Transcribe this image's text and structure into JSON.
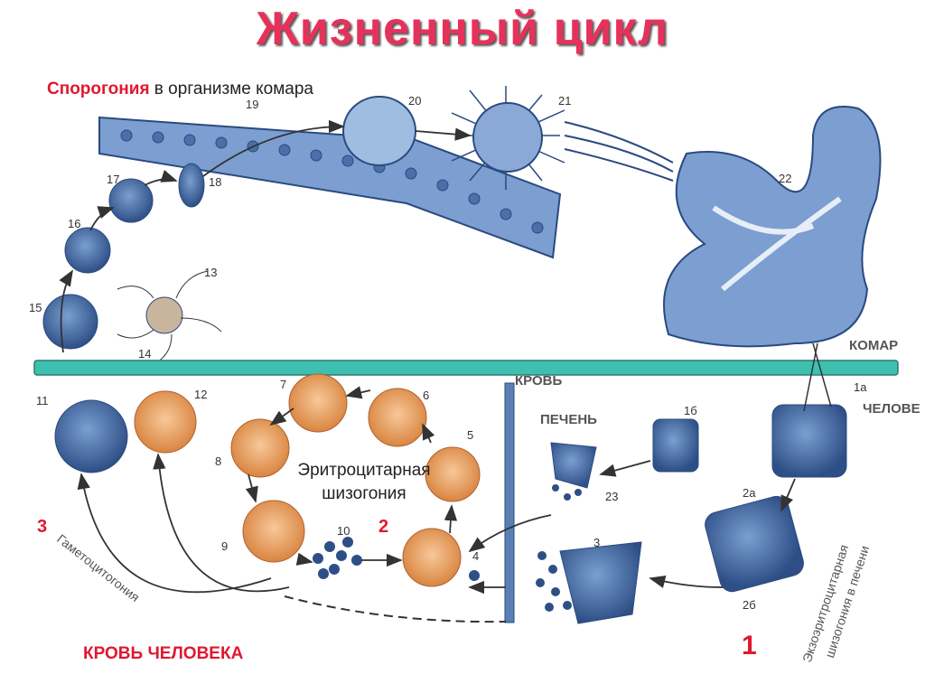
{
  "title": "Жизненный цикл",
  "subtitle": {
    "highlight": "Спорогония",
    "rest": " в организме комара"
  },
  "labels": {
    "komar": "КОМАР",
    "krov": "КРОВЬ",
    "pechen": "ПЕЧЕНЬ",
    "chelovek": "ЧЕЛОВЕ"
  },
  "stages": [
    "1а",
    "1б",
    "2а",
    "2б",
    "3",
    "4",
    "5",
    "6",
    "7",
    "8",
    "9",
    "10",
    "11",
    "12",
    "13",
    "14",
    "15",
    "16",
    "17",
    "18",
    "19",
    "20",
    "21",
    "22",
    "23"
  ],
  "cycles": {
    "erythro_1": "Эритроцитарная",
    "erythro_2": "шизогония",
    "exo_1": "Экзоэритроцитарная",
    "exo_2": "шизогония в печени",
    "gameto": "Гаметоцитогония"
  },
  "markers": {
    "m1": "1",
    "m2": "2",
    "m3": "3"
  },
  "blood_label": "КРОВЬ ЧЕЛОВЕКА",
  "colors": {
    "title": "#e6325a",
    "divider": "#3fbfb0",
    "cell_blue": "#5b7fb3",
    "rbc": "#e8a060"
  }
}
